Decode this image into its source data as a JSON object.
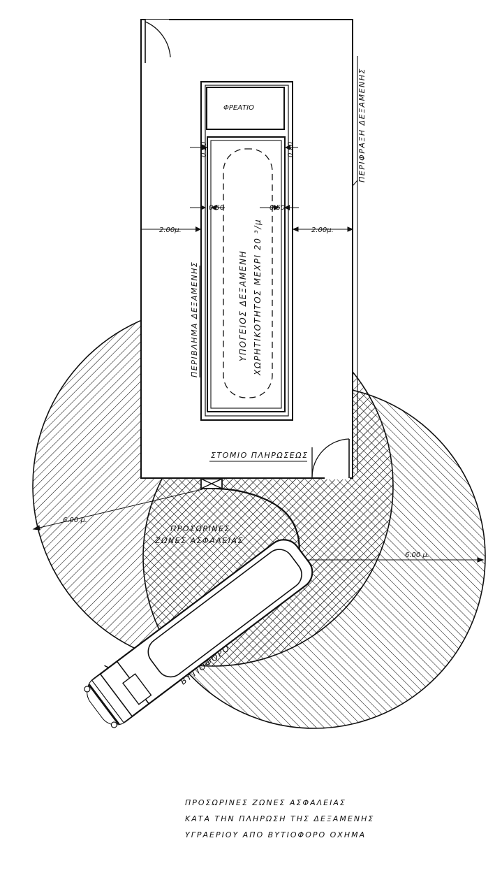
{
  "labels": {
    "freatio": "ΦΡΕΑΤΙΟ",
    "perifraxi": "ΠΕΡΙΦΡΑΞΗ ΔΕΞΑΜΕΝΗΣ",
    "perivlima": "ΠΕΡΙΒΛΗΜΑ ΔΕΞΑΜΕΝΗΣ",
    "tank_line1": "ΥΠΟΓΕΙΟΣ ΔΕΞΑΜΕΝΗ",
    "tank_line2": "ΧΩΡΗΤΙΚΟΤΗΤΟΣ ΜΕΧΡΙ 20 ³/μ",
    "stomio": "ΣΤΟΜΙΟ ΠΛΗΡΩΣΕΩΣ",
    "zones_line1": "ΠΡΟΣΩΡΙΝΕΣ",
    "zones_line2": "ΖΩΝΕΣ ΑΣΦΑΛΕΙΑΣ",
    "vehicle": "ΒΥΤΙΟΦΟΡΟ"
  },
  "dimensions": {
    "d_020_left": "0.20",
    "d_020_right": "0.20",
    "d_050_left": "0.50",
    "d_050_right": "0.50",
    "d_200_left": "2.00μ.",
    "d_200_right": "2.00μ.",
    "r_left": "6.00 μ.",
    "r_right": "6.00 μ."
  },
  "caption": {
    "line1": "ΠΡΟΣΩΡΙΝΕΣ ΖΩΝΕΣ ΑΣΦΑΛΕΙΑΣ",
    "line2": "ΚΑΤΑ ΤΗΝ ΠΛΗΡΩΣΗ ΤΗΣ ΔΕΞΑΜΕΝΗΣ",
    "line3": "ΥΓΡΑΕΡΙΟΥ ΑΠΟ ΒΥΤΙΟΦΟΡΟ ΟΧΗΜΑ"
  }
}
